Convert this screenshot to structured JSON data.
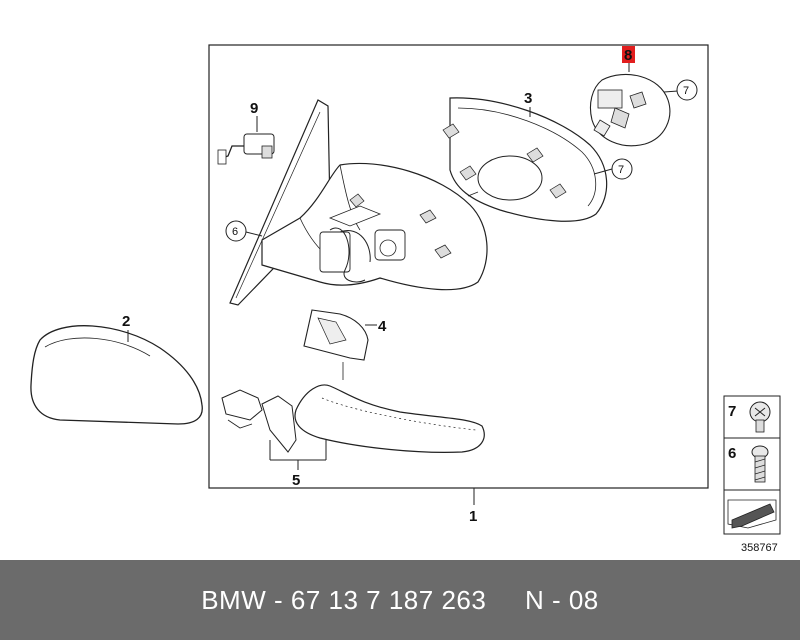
{
  "labels": {
    "p1": "1",
    "p2": "2",
    "p3": "3",
    "p4": "4",
    "p5": "5",
    "p6": "6",
    "p7a": "7",
    "p7b": "7",
    "p8": "8",
    "p9": "9",
    "legend7": "7",
    "legend6": "6"
  },
  "highlight_part": "8",
  "colors": {
    "highlight": "#e21e1e",
    "footer_bg": "#6b6b6b",
    "footer_text": "#ffffff",
    "line": "#222222"
  },
  "diagram_number": "358767",
  "footer": {
    "part_number": "BMW - 67 13 7 187 263",
    "position": "N - 08"
  }
}
